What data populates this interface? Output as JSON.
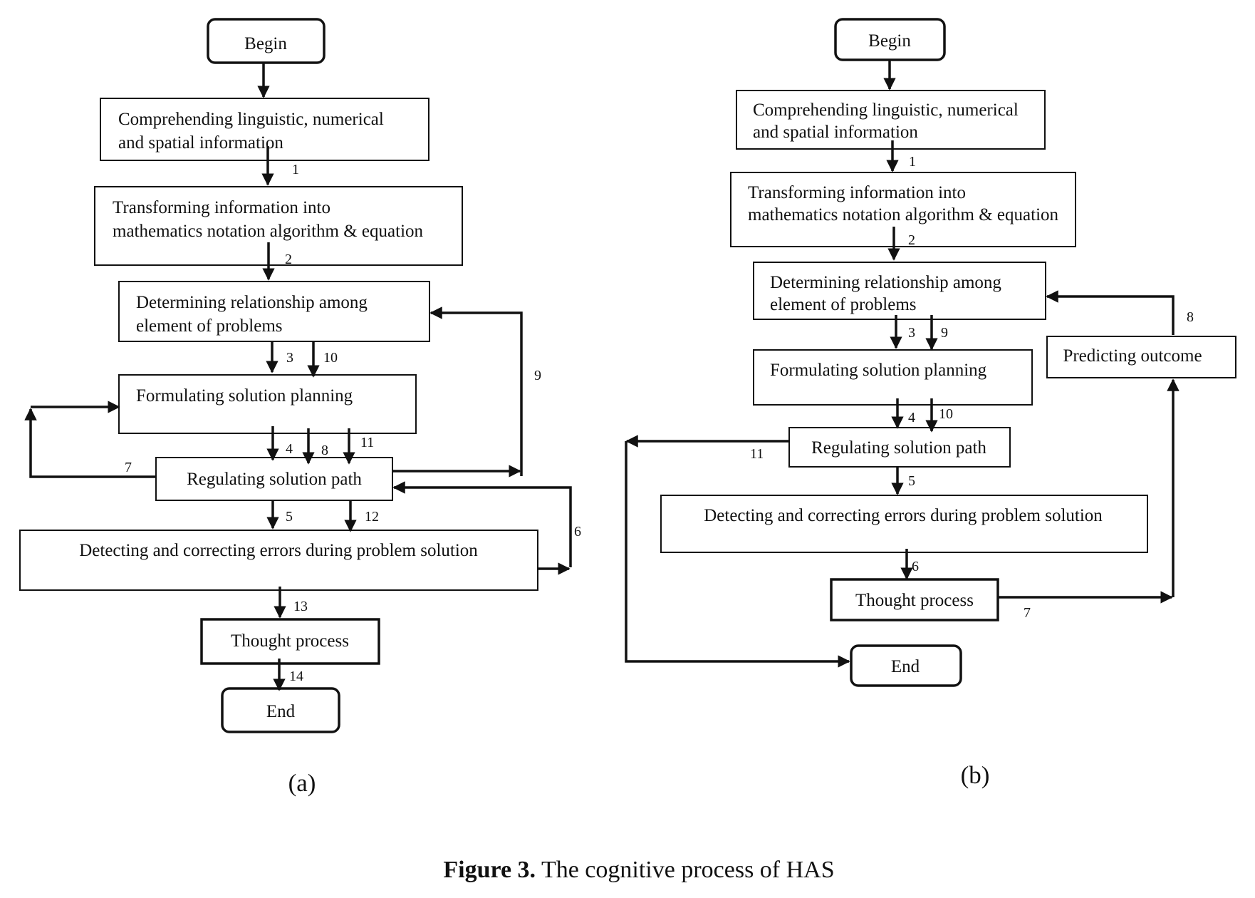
{
  "diagram_a": {
    "begin": "Begin",
    "comprehending_1": "Comprehending linguistic, numerical",
    "comprehending_2": "and spatial information",
    "transforming_1": "Transforming information into",
    "transforming_2": "mathematics notation algorithm & equation",
    "determining_1": "Determining relationship among",
    "determining_2": "element of problems",
    "formulating": "Formulating solution planning",
    "regulating": "Regulating solution path",
    "detecting": "Detecting and correcting errors during problem solution",
    "thought": "Thought process",
    "end": "End",
    "label": "(a)",
    "edges": [
      "1",
      "2",
      "3",
      "10",
      "4",
      "8",
      "11",
      "7",
      "9",
      "5",
      "12",
      "6",
      "13",
      "14"
    ]
  },
  "diagram_b": {
    "begin": "Begin",
    "comprehending_1": "Comprehending linguistic, numerical",
    "comprehending_2": "and spatial information",
    "transforming_1": "Transforming information into",
    "transforming_2": "mathematics notation algorithm & equation",
    "determining_1": "Determining relationship among",
    "determining_2": "element of problems",
    "predicting": "Predicting outcome",
    "formulating": "Formulating solution planning",
    "regulating": "Regulating solution path",
    "detecting": "Detecting and correcting errors during problem solution",
    "thought": "Thought process",
    "end": "End",
    "label": "(b)",
    "edges": [
      "1",
      "2",
      "3",
      "9",
      "8",
      "4",
      "10",
      "11",
      "5",
      "6",
      "7"
    ]
  },
  "caption": {
    "bold": "Figure 3.",
    "text": " The cognitive process of HAS"
  }
}
